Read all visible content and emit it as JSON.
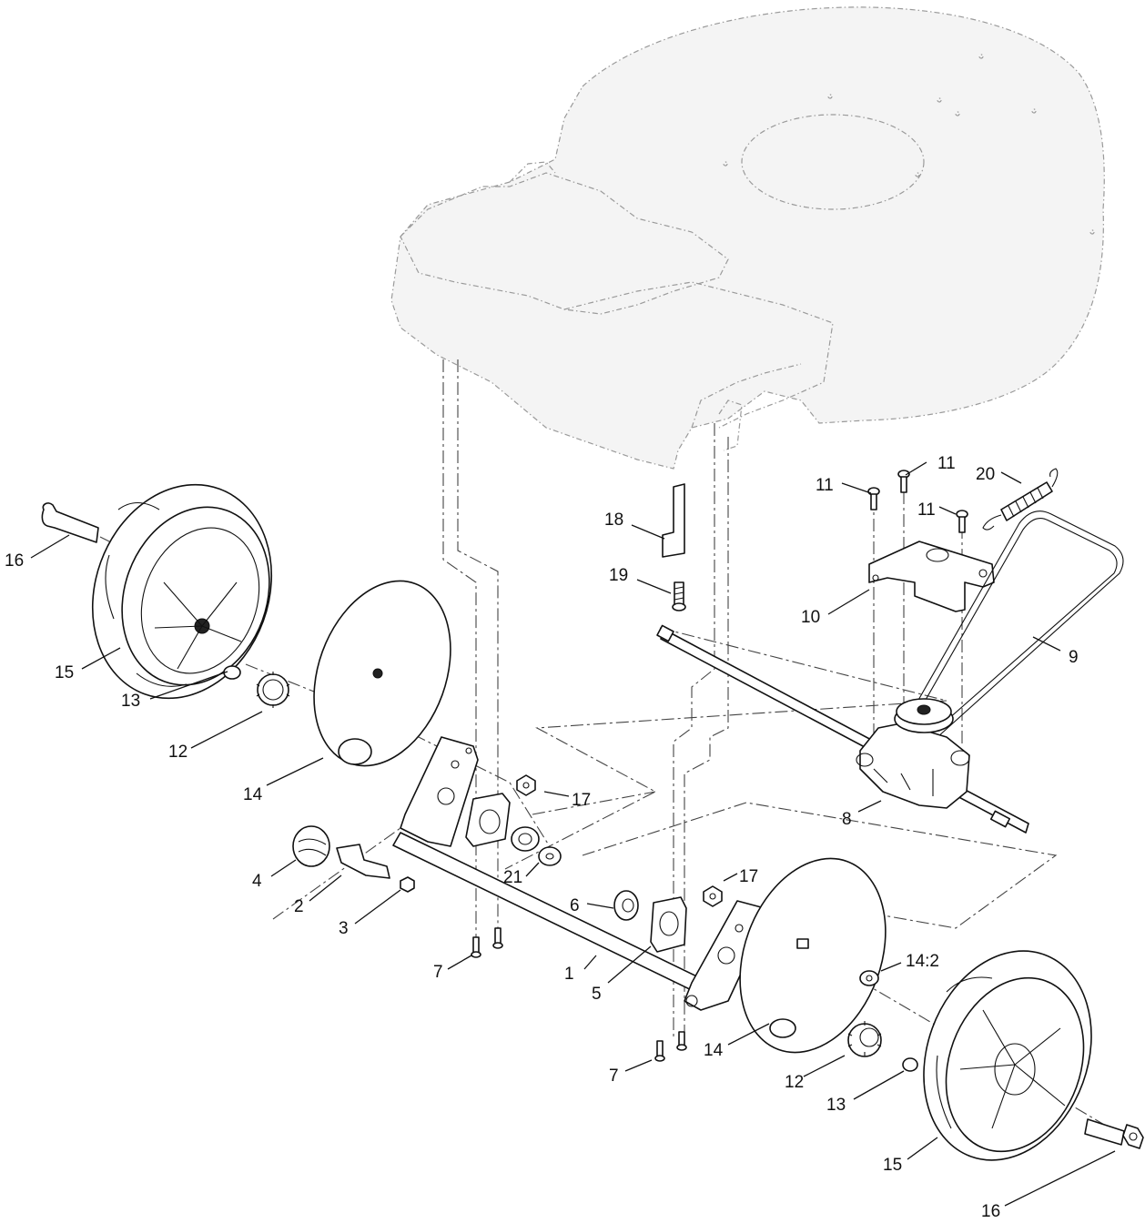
{
  "callouts": [
    {
      "id": "c1",
      "label": "1"
    },
    {
      "id": "c2",
      "label": "2"
    },
    {
      "id": "c3",
      "label": "3"
    },
    {
      "id": "c4",
      "label": "4"
    },
    {
      "id": "c5",
      "label": "5"
    },
    {
      "id": "c6",
      "label": "6"
    },
    {
      "id": "c7a",
      "label": "7"
    },
    {
      "id": "c7b",
      "label": "7"
    },
    {
      "id": "c8",
      "label": "8"
    },
    {
      "id": "c9",
      "label": "9"
    },
    {
      "id": "c10",
      "label": "10"
    },
    {
      "id": "c11a",
      "label": "11"
    },
    {
      "id": "c11b",
      "label": "11"
    },
    {
      "id": "c11c",
      "label": "11"
    },
    {
      "id": "c12a",
      "label": "12"
    },
    {
      "id": "c12b",
      "label": "12"
    },
    {
      "id": "c13a",
      "label": "13"
    },
    {
      "id": "c13b",
      "label": "13"
    },
    {
      "id": "c14a",
      "label": "14"
    },
    {
      "id": "c14b",
      "label": "14"
    },
    {
      "id": "c14c",
      "label": "14:2"
    },
    {
      "id": "c15a",
      "label": "15"
    },
    {
      "id": "c15b",
      "label": "15"
    },
    {
      "id": "c16a",
      "label": "16"
    },
    {
      "id": "c16b",
      "label": "16"
    },
    {
      "id": "c17a",
      "label": "17"
    },
    {
      "id": "c17b",
      "label": "17"
    },
    {
      "id": "c18",
      "label": "18"
    },
    {
      "id": "c19",
      "label": "19"
    },
    {
      "id": "c20",
      "label": "20"
    },
    {
      "id": "c21",
      "label": "21"
    }
  ]
}
